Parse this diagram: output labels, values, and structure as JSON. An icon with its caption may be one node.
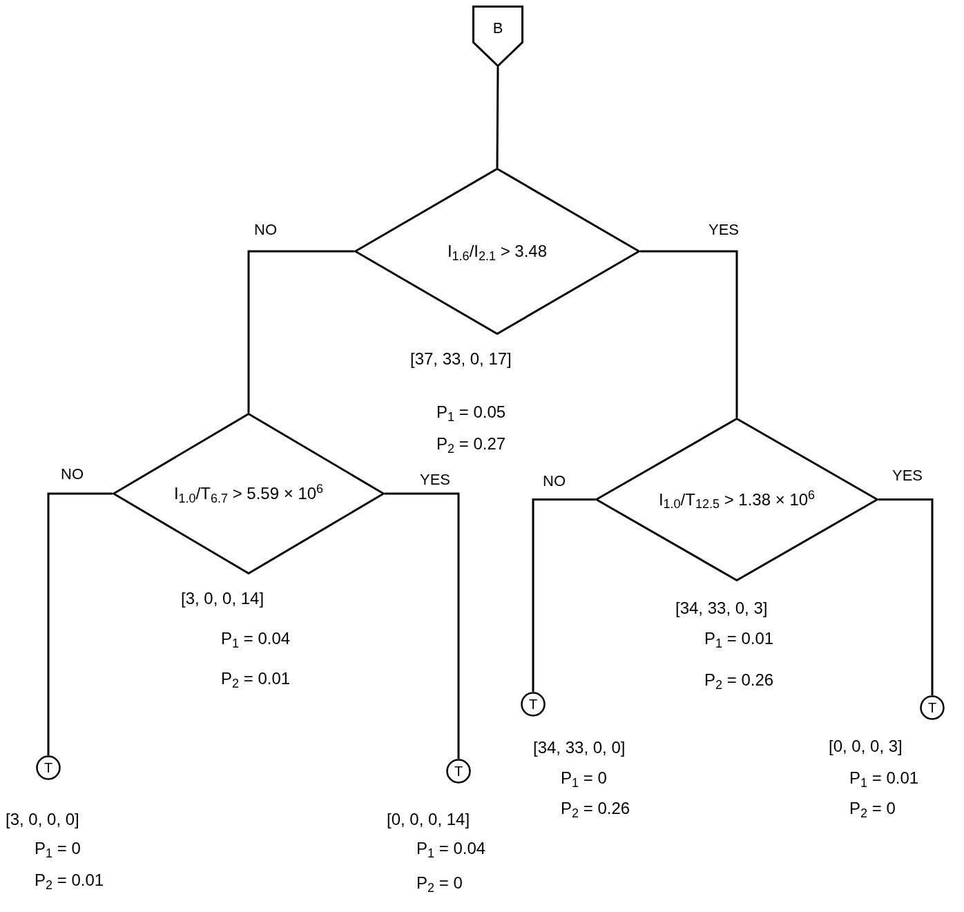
{
  "diagram": {
    "nodes": [
      {
        "text": [
          "B"
        ]
      },
      {
        "text": [
          "I$_{1.6}$/I$_{2.1}$ > 3.48"
        ],
        "beside": [
          "[37, 33, 0, 17]",
          "P$_{1}$ = 0.05",
          "P$_{2}$ = 0.27"
        ]
      },
      {
        "text": [
          "I$_{1.0}$/T$_{6.7}$ > 5.59 × 10$^{6}$"
        ],
        "beside": [
          "[3, 0, 0, 14]",
          "P$_{1}$ = 0.04",
          "P$_{2}$ = 0.01"
        ]
      },
      {
        "text": [
          "I$_{1.0}$/T$_{12.5}$ > 1.38 × 10$^{6}$"
        ],
        "beside": [
          "[34, 33, 0, 3]",
          "P$_{1}$ = 0.01",
          "P$_{2}$ = 0.26"
        ]
      },
      {
        "text": [
          "T"
        ],
        "beside": [
          "[3, 0, 0, 0]",
          "P$_{1}$ = 0",
          "P$_{2}$ = 0.01"
        ]
      },
      {
        "text": [
          "T"
        ],
        "beside": [
          "[0, 0, 0, 14]",
          "P$_{1}$ = 0.04",
          "P$_{2}$ = 0"
        ]
      },
      {
        "text": [
          "T"
        ],
        "beside": [
          "[34, 33, 0, 0]",
          "P$_{1}$ = 0",
          "P$_{2}$ = 0.26"
        ]
      },
      {
        "text": [
          "T"
        ],
        "beside": [
          "[0, 0, 0, 3]",
          "P$_{1}$ = 0.01",
          "P$_{2}$ = 0"
        ]
      }
    ],
    "edges": [
      {
        "from": 0,
        "to": 1,
        "arrow": "none"
      },
      {
        "from": 1,
        "to": 2,
        "arrow": "none",
        "label": "NO"
      },
      {
        "from": 1,
        "to": 3,
        "arrow": "none",
        "label": "YES"
      },
      {
        "from": 2,
        "to": 4,
        "arrow": "none",
        "label": "NO"
      },
      {
        "from": 2,
        "to": 5,
        "arrow": "none",
        "label": "YES"
      },
      {
        "from": 3,
        "to": 6,
        "arrow": "none",
        "label": "NO"
      },
      {
        "from": 3,
        "to": 7,
        "arrow": "none",
        "label": "YES"
      }
    ]
  }
}
